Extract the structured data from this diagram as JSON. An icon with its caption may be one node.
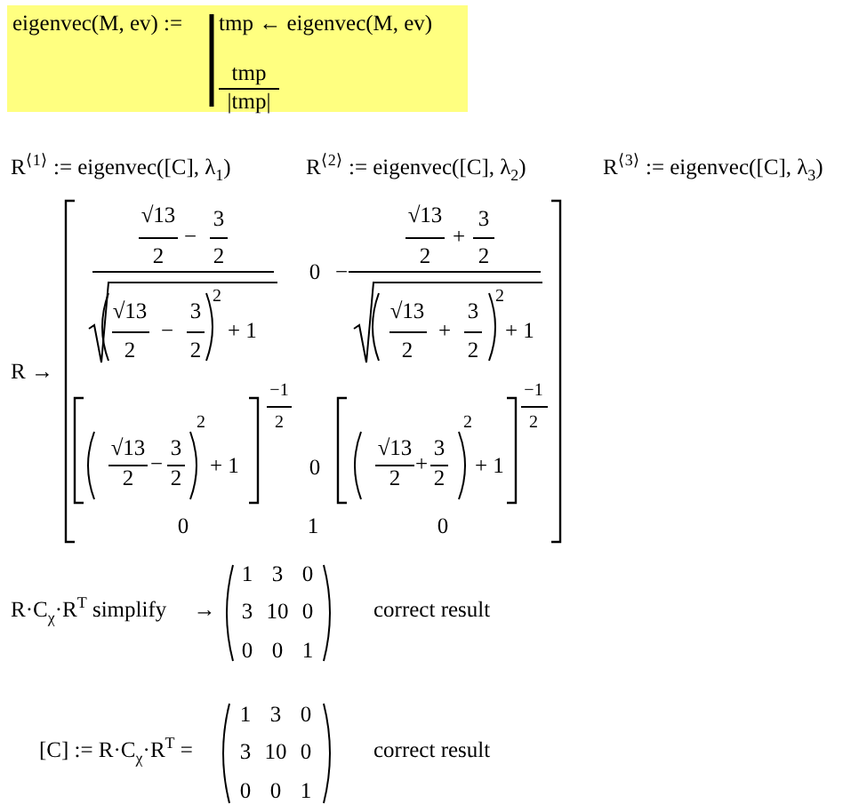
{
  "diagram": {
    "nodes": [
      {
        "text": [
          "eigenvec(M, ev) :=",
          "tmp ← eigenvec(M, ev)",
          "tmp",
          "|tmp|"
        ]
      }
    ],
    "labels": [
      "R$^{⟨1⟩}$ := eigenvec([C], λ$_{1}$)",
      "R$^{⟨2⟩}$ := eigenvec([C], λ$_{2}$)",
      "R$^{⟨3⟩}$ := eigenvec([C], λ$_{3}$)",
      "R →",
      "√13",
      "2",
      "−",
      "3",
      "2",
      "√13",
      "2",
      "−",
      "3",
      "2",
      "2",
      "+ 1",
      "0",
      "−",
      "√13",
      "2",
      "+",
      "3",
      "2",
      "√13",
      "2",
      "+",
      "3",
      "2",
      "2",
      "+ 1",
      "√13",
      "2",
      "−",
      "3",
      "2",
      "2",
      "+ 1",
      "−1",
      "2",
      "0",
      "√13",
      "2",
      "+",
      "3",
      "2",
      "2",
      "+ 1",
      "−1",
      "2",
      "0",
      "1",
      "0",
      "R·C$_{χ}$·R$^{T}$ simplify",
      "→",
      "1",
      "3",
      "0",
      "3",
      "10",
      "0",
      "0",
      "0",
      "1",
      "correct result",
      "[C] := R·C$_{χ}$·R$^{T}$ =",
      "1",
      "3",
      "0",
      "3",
      "10",
      "0",
      "0",
      "0",
      "1",
      "correct result"
    ]
  }
}
